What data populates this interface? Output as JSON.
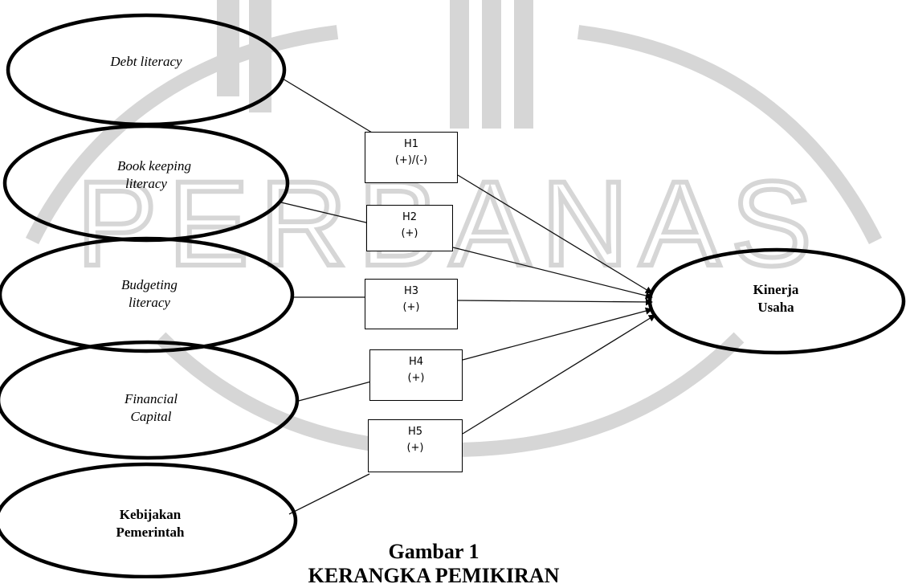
{
  "watermark": {
    "text": "PERBANAS"
  },
  "variables": [
    {
      "id": "debt",
      "lines": [
        "Debt literacy"
      ]
    },
    {
      "id": "book",
      "lines": [
        "Book keeping",
        "literacy"
      ]
    },
    {
      "id": "budget",
      "lines": [
        "Budgeting",
        "literacy"
      ]
    },
    {
      "id": "capital",
      "lines": [
        "Financial",
        "Capital"
      ]
    },
    {
      "id": "policy",
      "lines": [
        "Kebijakan",
        "Pemerintah"
      ]
    }
  ],
  "outcome": {
    "lines": [
      "Kinerja",
      "Usaha"
    ]
  },
  "hypotheses": [
    {
      "label": "H1",
      "sign": "(+)/(-)"
    },
    {
      "label": "H2",
      "sign": "(+)"
    },
    {
      "label": "H3",
      "sign": "(+)"
    },
    {
      "label": "H4",
      "sign": "(+)"
    },
    {
      "label": "H5",
      "sign": "(+)"
    }
  ],
  "caption": {
    "title": "Gambar 1",
    "subtitle": "KERANGKA PEMIKIRAN"
  }
}
